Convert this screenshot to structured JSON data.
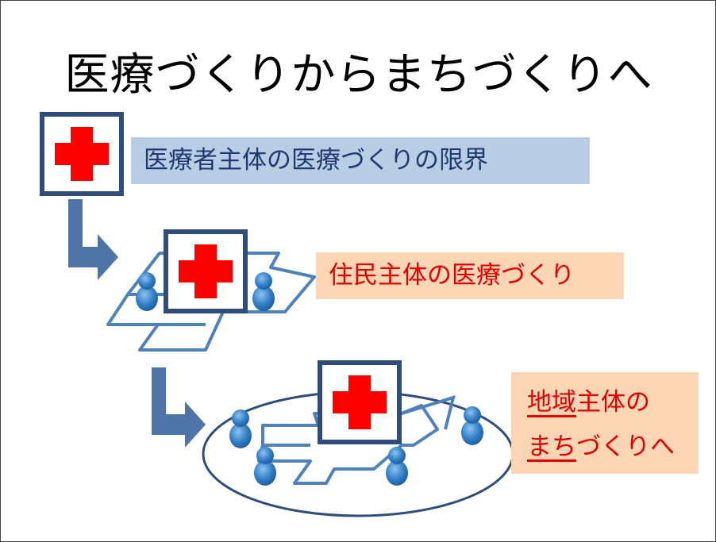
{
  "slide": {
    "title": "医療づくりからまちづくりへ",
    "label1": "医療者主体の医療づくりの限界",
    "label2": "住民主体の医療づくり",
    "label3": {
      "line1_underlined": "地域",
      "line1_rest": "主体の",
      "line2_underlined": "まち",
      "line2_rest": "づくりへ"
    }
  },
  "colors": {
    "label1_bg": "#b9cde5",
    "warm_bg": "#fcd5b5",
    "label_red": "#e00000",
    "cross_red": "#ff0000",
    "box_border": "#2e4d7a",
    "arrow": "#4f74a8",
    "map_line": "#4f81bd",
    "person": "#2f7dc6"
  }
}
